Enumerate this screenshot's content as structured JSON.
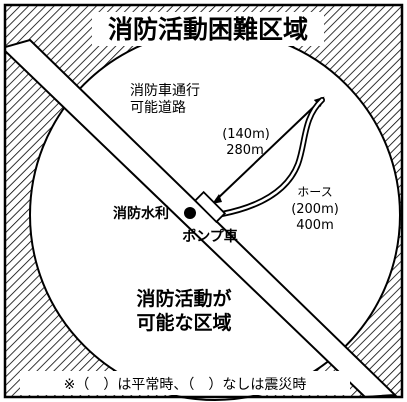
{
  "title": "消防活動困難区域",
  "road_label_line1": "消防車通行",
  "road_label_line2": "可能道路",
  "hydrant_label": "消防水利",
  "pump_truck_label": "ポンプ車",
  "distance_normal": "(140m)",
  "distance_quake": "280m",
  "hose_label": "ホース",
  "hose_normal": "(200m)",
  "hose_quake": "400m",
  "area_label_line1": "消防活動が",
  "area_label_line2": "可能な区域",
  "footnote": "※（　）は平常時、（　）なしは震災時"
}
